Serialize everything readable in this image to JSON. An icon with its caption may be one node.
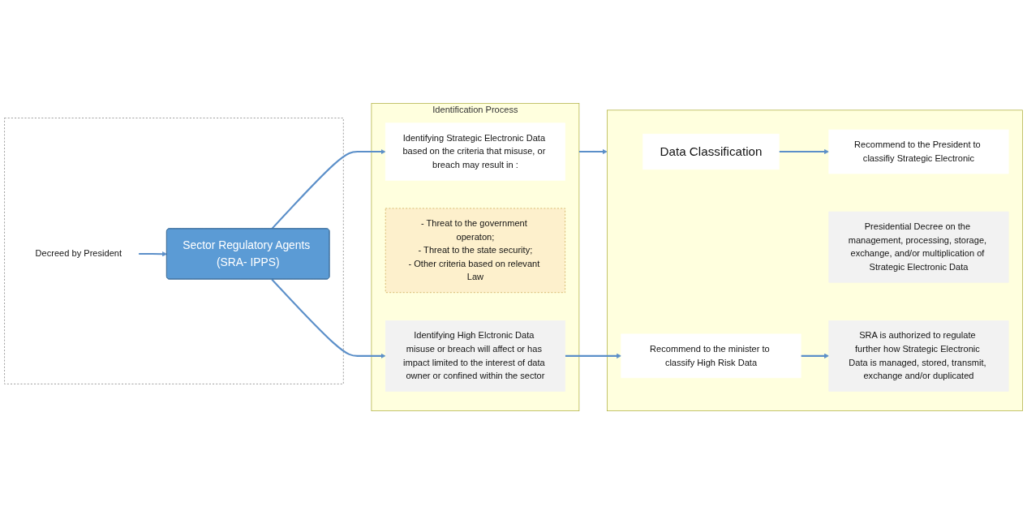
{
  "diagram": {
    "nodes": [
      {
        "text": [],
        "shape": "box"
      },
      {
        "text": [
          "Decreed by President"
        ],
        "in": 0
      },
      {
        "text": [
          "Sector Regulatory Agents (SRA- IPPS)"
        ],
        "in": 0
      },
      {
        "text": [
          "Identification Process"
        ]
      },
      {
        "text": [
          "Identifying Strategic Electronic Data based on the criteria that misuse, or breach may result in :"
        ],
        "in": 3
      },
      {
        "text": [
          "- Threat to the government operaton;",
          "- Threat to the state security;",
          "- Other criteria based on relevant Law"
        ],
        "in": 3
      },
      {
        "text": [
          "Identifying High Elctronic Data misuse or breach will affect or has impact limited to the interest of data owner or confined within the sector"
        ],
        "in": 3
      },
      {
        "text": [],
        "shape": "box"
      },
      {
        "text": [
          "Data Classification"
        ],
        "in": 7
      },
      {
        "text": [
          "Recommend to the President to classifiy Strategic Electronic"
        ],
        "in": 7
      },
      {
        "text": [
          "Presidential Decree on the management, processing, storage, exchange, and/or multiplication of Strategic Electronic Data"
        ],
        "in": 7
      },
      {
        "text": [
          "Recommend to the minister to classify High Risk Data"
        ],
        "in": 7
      },
      {
        "text": [
          "SRA is authorized to regulate further how Strategic Electronic Data is managed, stored, transmit, exchange and/or duplicated"
        ],
        "in": 7
      }
    ],
    "edges": [
      {
        "from": 1,
        "to": 2,
        "arrow": "to"
      },
      {
        "from": 2,
        "to": 4,
        "arrow": "to"
      },
      {
        "from": 2,
        "to": 6,
        "arrow": "to"
      },
      {
        "from": 3,
        "to": 7,
        "arrow": "to"
      },
      {
        "from": 8,
        "to": 9,
        "arrow": "to"
      },
      {
        "from": 6,
        "to": 11,
        "arrow": "to"
      },
      {
        "from": 11,
        "to": 12,
        "arrow": "to"
      }
    ]
  }
}
